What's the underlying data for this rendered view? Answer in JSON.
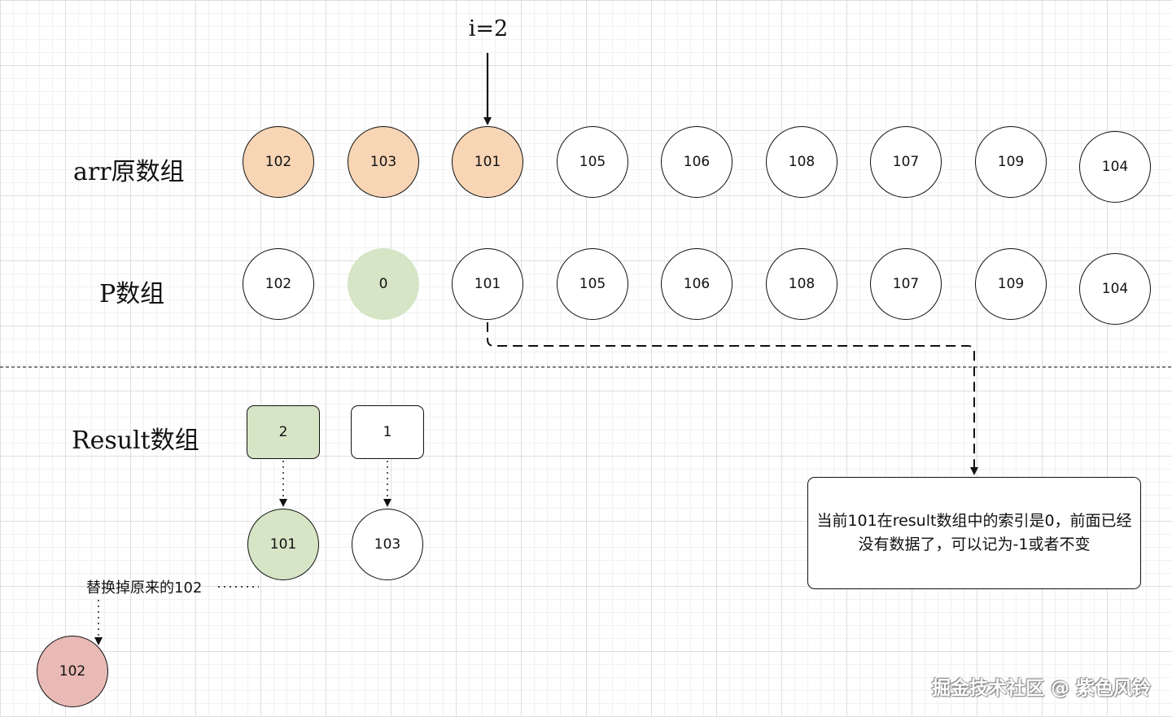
{
  "pointer": {
    "label": "i=2"
  },
  "labels": {
    "arr": "arr原数组",
    "p": "P数组",
    "result": "Result数组"
  },
  "arr": {
    "values": [
      "102",
      "103",
      "101",
      "105",
      "106",
      "108",
      "107",
      "109",
      "104"
    ],
    "highlight": [
      "orange",
      "orange",
      "orange",
      "none",
      "none",
      "none",
      "none",
      "none",
      "none"
    ]
  },
  "p": {
    "values": [
      "102",
      "0",
      "101",
      "105",
      "106",
      "108",
      "107",
      "109",
      "104"
    ],
    "highlight": [
      "none",
      "green",
      "none",
      "none",
      "none",
      "none",
      "none",
      "none",
      "none"
    ]
  },
  "result": {
    "indices": [
      "2",
      "1"
    ],
    "nodes": [
      "101",
      "103"
    ]
  },
  "replaced": {
    "label": "替换掉原来的102",
    "value": "102"
  },
  "note": {
    "text": "当前101在result数组中的索引是0，前面已经没有数据了，可以记为-1或者不变"
  },
  "watermark": "掘金技术社区 @ 紫色风铃",
  "colors": {
    "orange": "#f8d5b5",
    "green": "#d5e5c5",
    "red": "#e9b9b5"
  }
}
